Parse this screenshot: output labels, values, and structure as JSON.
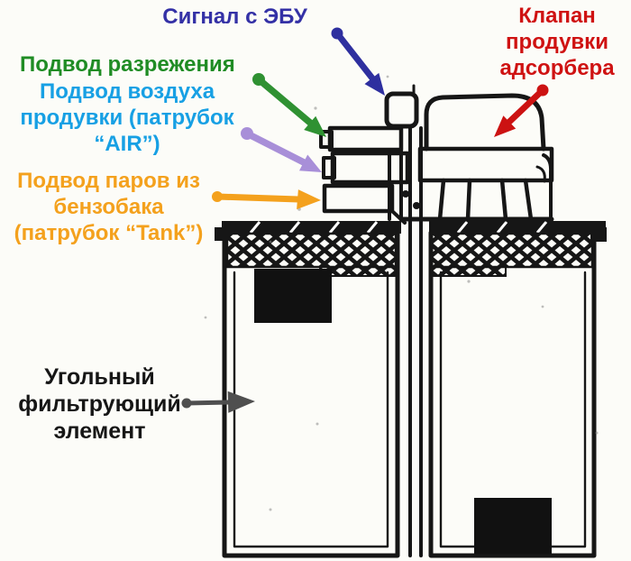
{
  "canvas": {
    "background": "#fcfcf8",
    "ink": "#161616",
    "subject": "Адсорбер (угольный фильтр) с клапаном продувки — схема"
  },
  "labels": {
    "ecu_signal": {
      "text": "Сигнал с ЭБУ",
      "color": "#3431a6"
    },
    "purge_valve": {
      "text": "Клапан продувки адсорбера",
      "color": "#cf1212"
    },
    "vacuum": {
      "text": "Подвод разрежения",
      "color": "#1f8c24"
    },
    "purge_air": {
      "text": "Подвод воздуха продувки (патрубок “AIR”)",
      "color": "#17a0e4"
    },
    "tank_vapors": {
      "text": "Подвод паров из бензобака (патрубок “Tank”)",
      "color": "#f4a11d"
    },
    "carbon_filter": {
      "text": "Угольный фильтрующий элемент",
      "color": "#161616"
    }
  },
  "arrows": {
    "ecu_signal": {
      "color": "#2e2f9f"
    },
    "purge_valve": {
      "color": "#cc1212"
    },
    "vacuum": {
      "color": "#2f9132"
    },
    "purge_air": {
      "color": "#a88fd8"
    },
    "tank_vapors": {
      "color": "#f4a11d"
    },
    "carbon_filter": {
      "color": "#4f4f4f"
    }
  }
}
